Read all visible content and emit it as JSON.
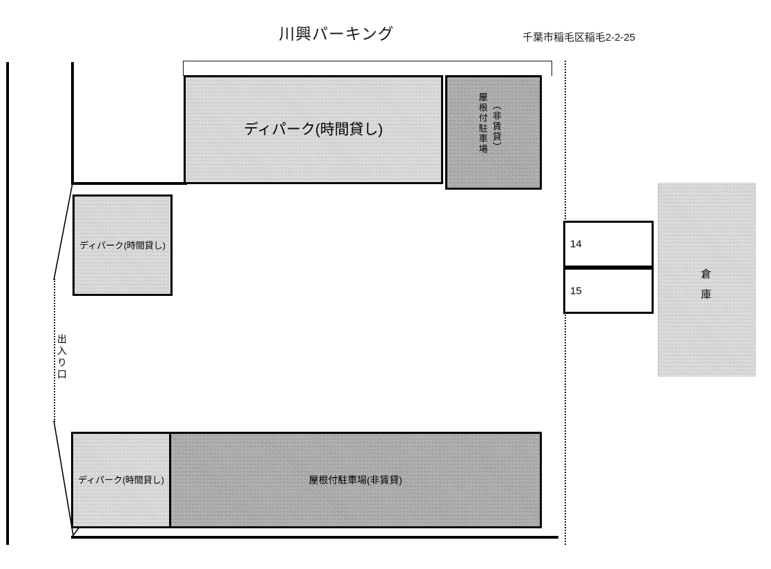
{
  "header": {
    "title": "川興パーキング",
    "address": "千葉市稲毛区稲毛2-2-25"
  },
  "site": {
    "entrance_label": "出入り口"
  },
  "areas": {
    "top_hourly": {
      "label": "ディパーク(時間貸し)",
      "fill": "light"
    },
    "top_roofed": {
      "label_main": "屋根付駐車場",
      "label_note": "（非賃貸）",
      "fill": "dark"
    },
    "mid_hourly": {
      "label": "ディパーク(時間貸し)",
      "fill": "light"
    },
    "bottom_hourly": {
      "label": "ディパーク(時間貸し)",
      "fill": "light"
    },
    "bottom_roofed": {
      "label": "屋根付駐車場(非賃貸)",
      "fill": "dark"
    },
    "warehouse": {
      "label_line1": "倉",
      "label_line2": "庫",
      "fill": "light"
    }
  },
  "stalls": [
    {
      "number": "14"
    },
    {
      "number": "15"
    }
  ],
  "colors": {
    "ink": "#000000",
    "fill_light": "#d9d9d9",
    "fill_dark": "#b4b4b4",
    "paper": "#ffffff"
  }
}
